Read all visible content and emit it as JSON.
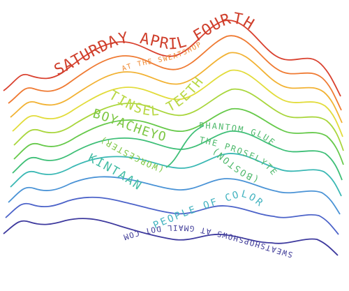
{
  "poster": {
    "headline": "SATURDAY APRIL FOURTH",
    "venue": "AT THE SWEATSHOP",
    "bands": [
      {
        "name": "TINSEL TEETH",
        "note": ""
      },
      {
        "name": "BOYACHEYO",
        "note": "(WORCESTER)"
      },
      {
        "name": "PHANTOM GLUE",
        "note": ""
      },
      {
        "name": "THE PROSELYTE",
        "note": "(BOSTON)"
      },
      {
        "name": "KINTAAN",
        "note": ""
      },
      {
        "name": "PEOPLE OF COLOR",
        "note": ""
      }
    ],
    "contact": "SWEATSHOPSHOWS AT GMAIL DOT COM"
  },
  "colors": {
    "waves": [
      "#d9412f",
      "#ef7a32",
      "#f2b233",
      "#e2dc3b",
      "#a9d63c",
      "#66c94a",
      "#3ebf77",
      "#3ab8b4",
      "#4a93d6",
      "#4c63c9",
      "#3e3a9e"
    ],
    "headline": "#cf3f2c",
    "venue": "#ef8a34",
    "tinsel": "#b9d844",
    "boyacheyo": "#7cc743",
    "right_bands": "#4fb96c",
    "kintaan": "#43bda5",
    "people": "#43b3c0",
    "contact": "#3f3b98"
  }
}
